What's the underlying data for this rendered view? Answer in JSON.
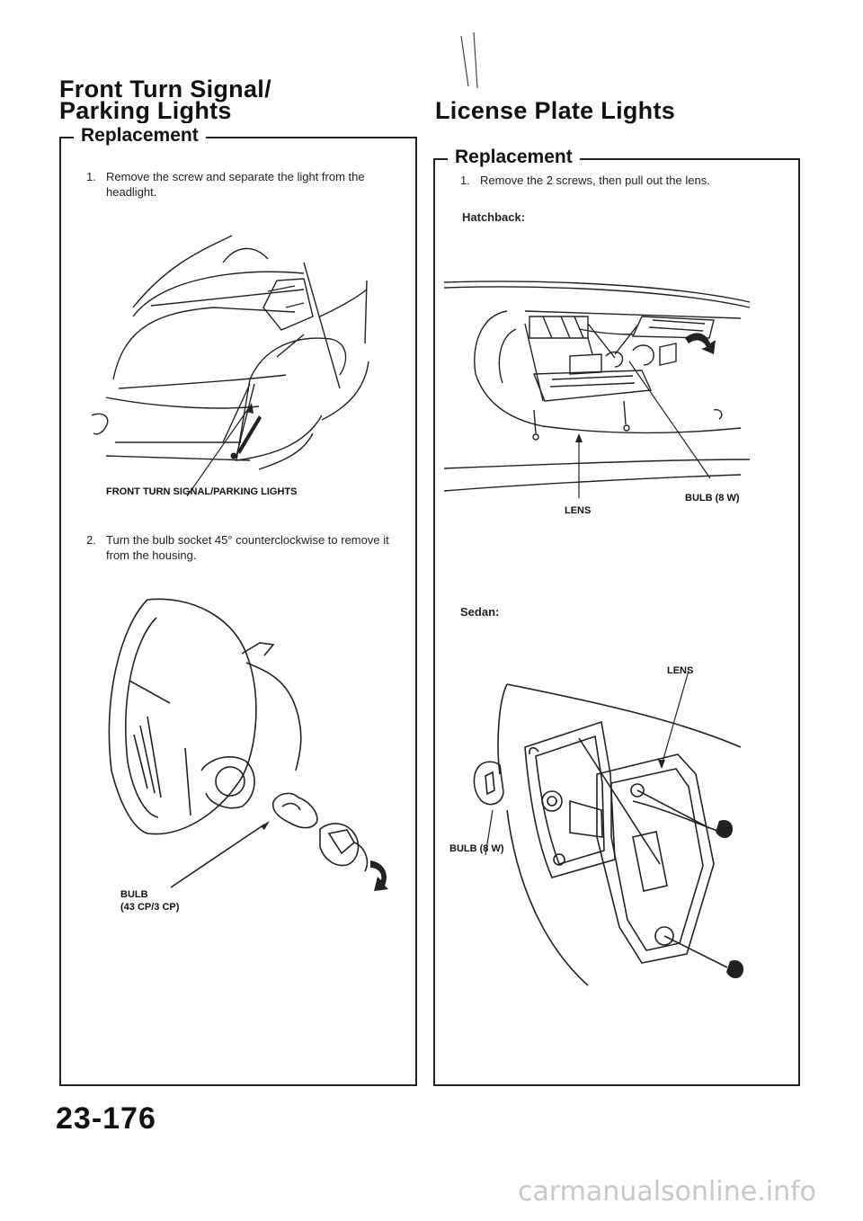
{
  "left": {
    "title_line1": "Front Turn Signal/",
    "title_line2": "Parking Lights",
    "box_heading": "Replacement",
    "steps": [
      {
        "num": "1.",
        "text": "Remove the screw and separate the light from the headlight."
      },
      {
        "num": "2.",
        "text": "Turn the bulb socket 45° counterclockwise to remove it from the housing."
      }
    ],
    "figure1_label": "FRONT TURN SIGNAL/PARKING LIGHTS",
    "figure2_label_line1": "BULB",
    "figure2_label_line2": "(43 CP/3 CP)"
  },
  "right": {
    "title": "License Plate Lights",
    "box_heading": "Replacement",
    "steps": [
      {
        "num": "1.",
        "text": "Remove the 2 screws, then pull out the lens."
      }
    ],
    "hatchback_label": "Hatchback:",
    "hatchback_bulb_label": "BULB (8 W)",
    "hatchback_lens_label": "LENS",
    "sedan_label": "Sedan:",
    "sedan_lens_label": "LENS",
    "sedan_bulb_label": "BULB (8 W)"
  },
  "page_number": "23-176",
  "footer_url": "carmanualsonline.info"
}
